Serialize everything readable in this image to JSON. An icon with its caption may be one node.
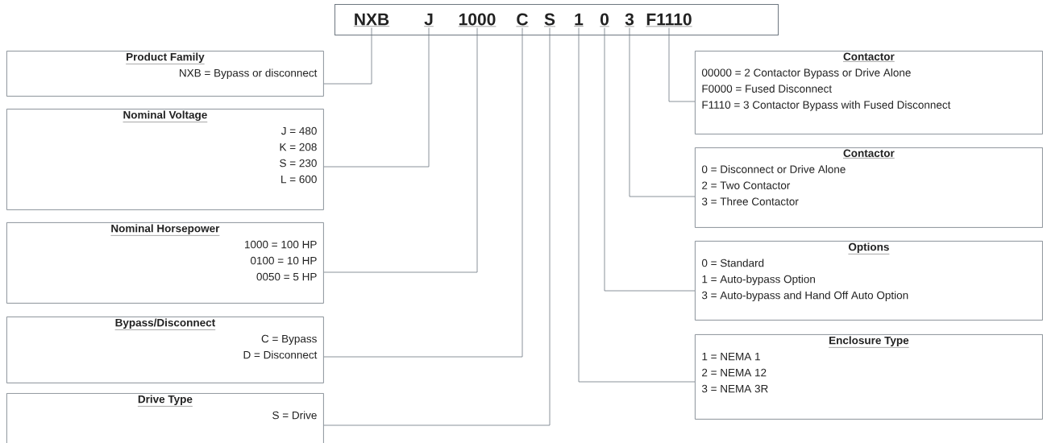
{
  "diagram": {
    "nodes": [
      {
        "text": [],
        "shape": "box"
      },
      {
        "text": [
          "NXB"
        ],
        "in": 0
      },
      {
        "text": [
          "J"
        ],
        "in": 0
      },
      {
        "text": [
          "1000"
        ],
        "in": 0
      },
      {
        "text": [
          "C"
        ],
        "in": 0
      },
      {
        "text": [
          "S"
        ],
        "in": 0
      },
      {
        "text": [
          "1"
        ],
        "in": 0
      },
      {
        "text": [
          "0"
        ],
        "in": 0
      },
      {
        "text": [
          "3"
        ],
        "in": 0
      },
      {
        "text": [
          "F1110"
        ],
        "in": 0
      },
      {
        "text": [
          "Product Family",
          "NXB = Bypass or disconnect"
        ]
      },
      {
        "text": [
          "Nominal Voltage",
          "J = 480",
          "K = 208",
          "S = 230",
          "L = 600"
        ]
      },
      {
        "text": [
          "Nominal Horsepower",
          "1000 = 100 HP",
          "0100 = 10 HP",
          "0050 = 5 HP"
        ]
      },
      {
        "text": [
          "Bypass/Disconnect",
          "C = Bypass",
          "D = Disconnect"
        ]
      },
      {
        "text": [
          "Drive Type",
          "S = Drive"
        ]
      },
      {
        "text": [
          "Contactor",
          "00000 = 2 Contactor Bypass or Drive Alone",
          "F0000 = Fused Disconnect",
          "F1110 = 3 Contactor Bypass with Fused Disconnect"
        ]
      },
      {
        "text": [
          "Contactor",
          "0 = Disconnect or Drive Alone",
          "2 = Two Contactor",
          "3 = Three Contactor"
        ]
      },
      {
        "text": [
          "Options",
          "0 = Standard",
          "1 = Auto-bypass Option",
          "3 = Auto-bypass and Hand Off Auto Option"
        ]
      },
      {
        "text": [
          "Enclosure Type",
          "1 = NEMA 1",
          "2 = NEMA 12",
          "3 = NEMA 3R"
        ]
      }
    ],
    "edges": [
      {
        "from": 1,
        "to": 10,
        "arrow": "none"
      },
      {
        "from": 2,
        "to": 11,
        "arrow": "none"
      },
      {
        "from": 3,
        "to": 12,
        "arrow": "none"
      },
      {
        "from": 4,
        "to": 13,
        "arrow": "none"
      },
      {
        "from": 5,
        "to": 14,
        "arrow": "none"
      },
      {
        "from": 9,
        "to": 15,
        "arrow": "none"
      },
      {
        "from": 8,
        "to": 16,
        "arrow": "none"
      },
      {
        "from": 7,
        "to": 17,
        "arrow": "none"
      },
      {
        "from": 6,
        "to": 18,
        "arrow": "none"
      }
    ]
  }
}
